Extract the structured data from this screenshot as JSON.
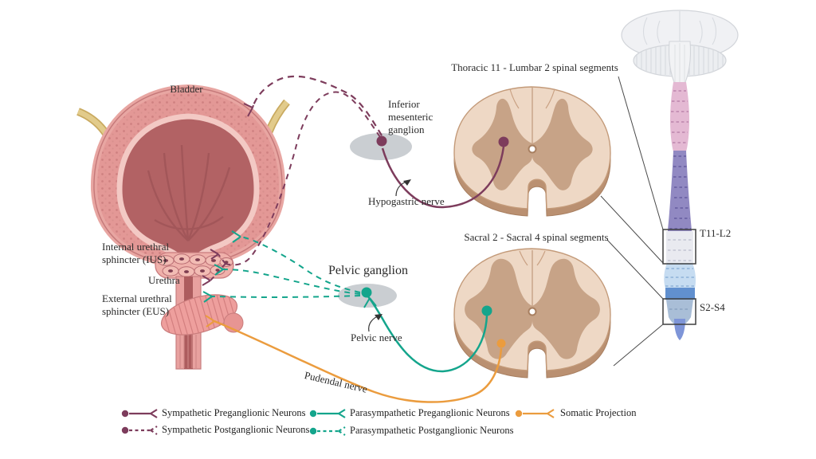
{
  "labels": {
    "bladder": "Bladder",
    "internal_sphincter": "Internal urethral sphincter (IUS)",
    "urethra": "Urethra",
    "external_sphincter": "External urethral sphincter (EUS)",
    "inferior_mesenteric_ganglion": "Inferior mesenteric ganglion",
    "hypogastric_nerve": "Hypogastric nerve",
    "pelvic_ganglion": "Pelvic ganglion",
    "pelvic_nerve": "Pelvic nerve",
    "pudendal_nerve": "Pudendal nerve",
    "thoracic_section_title": "Thoracic 11 - Lumbar 2 spinal segments",
    "sacral_section_title": "Sacral 2 - Sacral 4 spinal segments",
    "t11_l2": "T11-L2",
    "s2_s4": "S2-S4"
  },
  "legend": {
    "items": [
      {
        "label": "Sympathetic Preganglionic Neurons",
        "color": "#7d3c5c",
        "style": "solid"
      },
      {
        "label": "Sympathetic Postganglionic Neurons",
        "color": "#7d3c5c",
        "style": "dashed"
      },
      {
        "label": "Parasympathetic Preganglionic Neurons",
        "color": "#14a58c",
        "style": "solid"
      },
      {
        "label": "Parasympathetic Postganglionic Neurons",
        "color": "#14a58c",
        "style": "dashed"
      },
      {
        "label": "Somatic Projection",
        "color": "#eb9c3e",
        "style": "solid"
      }
    ]
  },
  "colors": {
    "sympathetic": "#7d3c5c",
    "parasympathetic": "#14a58c",
    "somatic": "#eb9c3e",
    "ganglion_fill": "#c7cbd0",
    "cord_white_matter": "#eed8c5",
    "cord_gray_matter": "#c7a387",
    "bladder_wall": "#e39896",
    "bladder_lumen": "#b26264",
    "ureter": "#e2cb8b",
    "segment_cervical": "#e4b9d3",
    "segment_thoracic": "#9189c2",
    "segment_lumbar": "#c6dcf1",
    "segment_sacral_band": "#6190cf",
    "segment_conus": "#7e95d8"
  }
}
